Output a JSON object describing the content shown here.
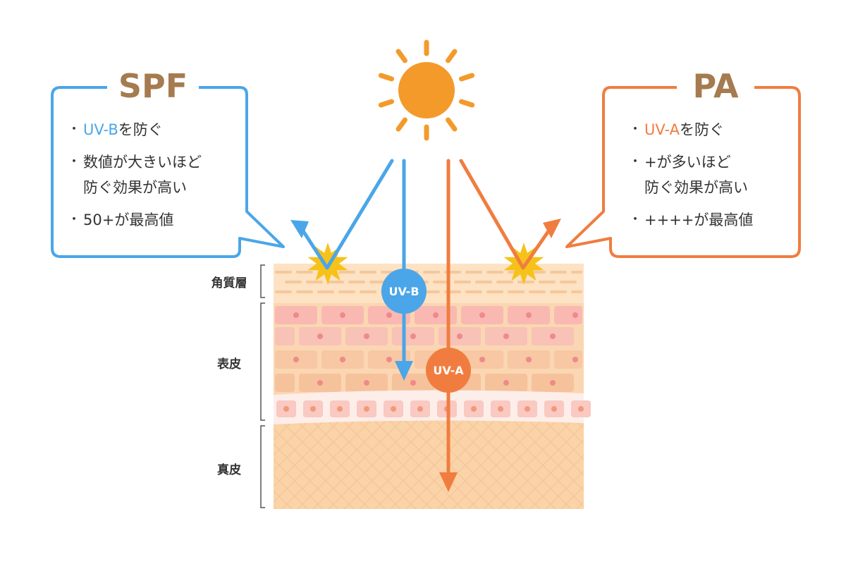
{
  "colors": {
    "uvb": "#4aa6e8",
    "uva": "#f07d3f",
    "sun": "#f39a2b",
    "title_brown": "#a57b4f",
    "burst": "#f6c21a"
  },
  "sun": {
    "icon": "sun-icon"
  },
  "spf": {
    "title": "SPF",
    "bullets": [
      {
        "highlight": "UV-B",
        "text": "を防ぐ"
      },
      {
        "line1": "数値が大きいほど",
        "line2": "防ぐ効果が高い"
      },
      {
        "text": "50+が最高値"
      }
    ]
  },
  "pa": {
    "title": "PA",
    "bullets": [
      {
        "highlight": "UV-A",
        "text": "を防ぐ"
      },
      {
        "line1": "+が多いほど",
        "line2": "防ぐ効果が高い"
      },
      {
        "text": "++++が最高値"
      }
    ]
  },
  "skin_layers": {
    "stratum_corneum": "角質層",
    "epidermis": "表皮",
    "dermis": "真皮"
  },
  "rays": {
    "uvb_label": "UV-B",
    "uva_label": "UV-A"
  }
}
